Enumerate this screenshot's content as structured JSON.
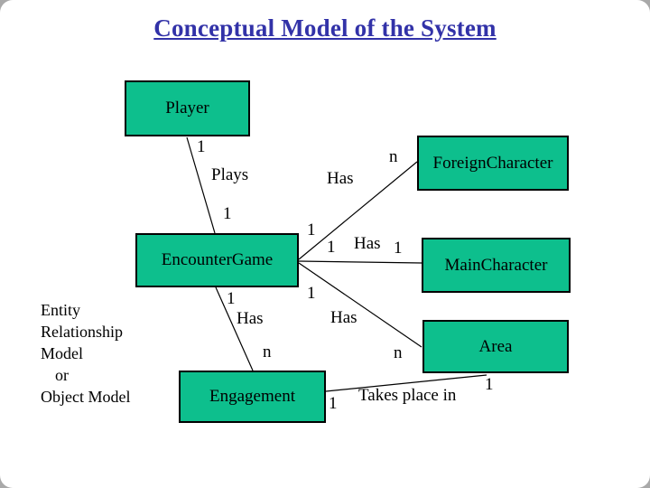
{
  "title": "Conceptual Model of the System",
  "side_note": [
    "Entity",
    "Relationship",
    "Model",
    "or",
    "Object Model"
  ],
  "entities": {
    "player": "Player",
    "foreign_character": "ForeignCharacter",
    "encounter_game": "EncounterGame",
    "main_character": "MainCharacter",
    "engagement": "Engagement",
    "area": "Area"
  },
  "relationships": {
    "plays": {
      "label": "Plays",
      "from": "Player",
      "to": "EncounterGame",
      "from_card": "1",
      "to_card": "1"
    },
    "has_foreign": {
      "label": "Has",
      "from": "EncounterGame",
      "to": "ForeignCharacter",
      "from_card": "1",
      "to_card": "n"
    },
    "has_main": {
      "label": "Has",
      "from": "EncounterGame",
      "to": "MainCharacter",
      "from_card": "1",
      "to_card": "1"
    },
    "has_area": {
      "label": "Has",
      "from": "EncounterGame",
      "to": "Area",
      "from_card": "1",
      "to_card": "n"
    },
    "has_engagement": {
      "label": "Has",
      "from": "EncounterGame",
      "to": "Engagement",
      "from_card": "1",
      "to_card": "n"
    },
    "takes_place_in": {
      "label": "Takes place in",
      "from": "Engagement",
      "to": "Area",
      "from_card": "1",
      "to_card": "1"
    }
  },
  "colors": {
    "entity_fill": "#0dbf8d",
    "entity_border": "#000000",
    "title_color": "#3232a8",
    "connector_color": "#000000",
    "text_color": "#000000",
    "background": "#ffffff"
  }
}
